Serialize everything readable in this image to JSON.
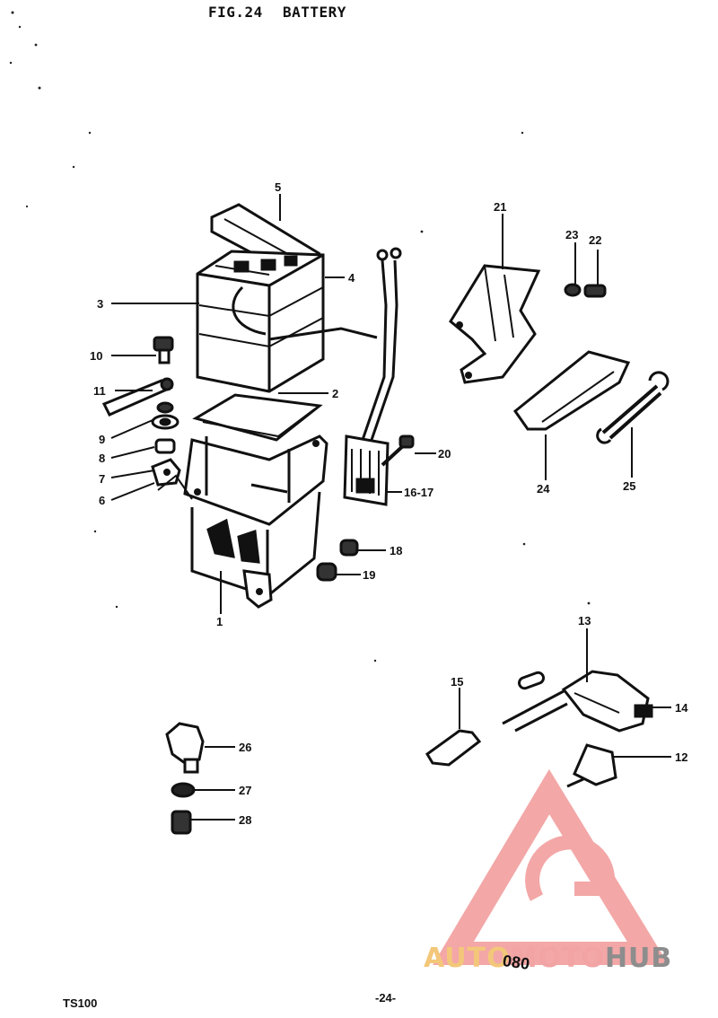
{
  "header": {
    "fig_label": "FIG.24",
    "fig_title": "BATTERY"
  },
  "callouts": {
    "p1": "1",
    "p2": "2",
    "p3": "3",
    "p4": "4",
    "p5": "5",
    "p6": "6",
    "p7": "7",
    "p8": "8",
    "p9": "9",
    "p10": "10",
    "p11": "11",
    "p12": "12",
    "p13": "13",
    "p14": "14",
    "p15": "15",
    "p16_17": "16-17",
    "p18": "18",
    "p19": "19",
    "p20": "20",
    "p21": "21",
    "p22": "22",
    "p23": "23",
    "p24": "24",
    "p25": "25",
    "p26": "26",
    "p27": "27",
    "p28": "28"
  },
  "footer": {
    "model": "TS100",
    "page": "-24-",
    "code": "080"
  },
  "watermark": {
    "part1": "AUTO",
    "part2": "MOTO",
    "part3": "HUB",
    "colors": {
      "auto": "#f3c77a",
      "moto": "#f2a3a3",
      "hub": "#8d8d8d",
      "logo": "#f08a8a"
    }
  }
}
